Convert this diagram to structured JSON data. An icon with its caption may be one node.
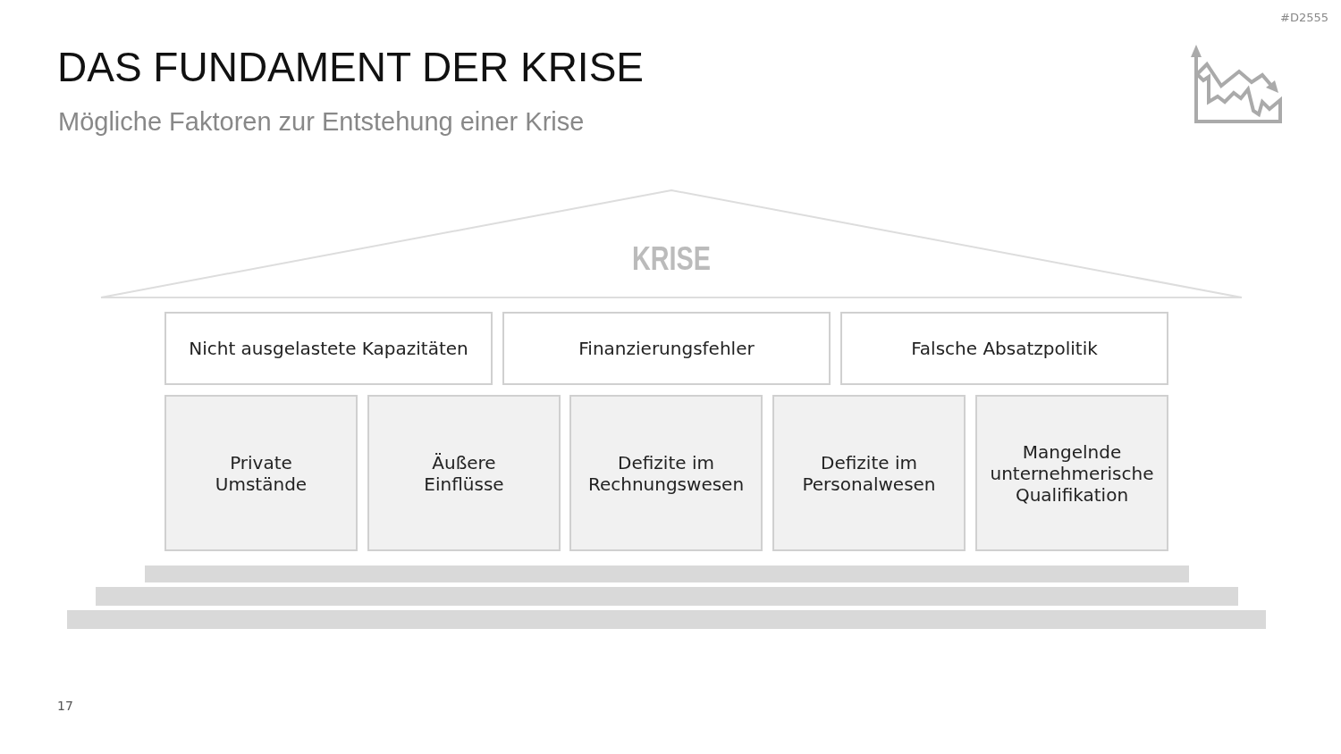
{
  "diagram": {
    "title": "DAS FUNDAMENT DER KRISE",
    "nodes": [
      {
        "text": [
          "KRISE"
        ]
      },
      {
        "text": [
          "Nicht ausgelastete Kapazitäten"
        ]
      },
      {
        "text": [
          "Finanzierungsfehler"
        ]
      },
      {
        "text": [
          "Falsche Absatzpolitik"
        ]
      },
      {
        "text": [
          "Private Umstände"
        ]
      },
      {
        "text": [
          "Äußere Einflüsse"
        ]
      },
      {
        "text": [
          "Defizite im Rechnungswesen"
        ]
      },
      {
        "text": [
          "Defizite im Personalwesen"
        ]
      },
      {
        "text": [
          "Mangelnde unternehmerische Qualifikation"
        ]
      },
      {
        "text": [],
        "shape": "bar"
      },
      {
        "text": [],
        "shape": "bar"
      },
      {
        "text": [],
        "shape": "bar"
      }
    ],
    "edges": [],
    "labels": [
      "#D2555",
      "Mögliche Faktoren zur Entstehung einer Krise",
      "17"
    ]
  }
}
